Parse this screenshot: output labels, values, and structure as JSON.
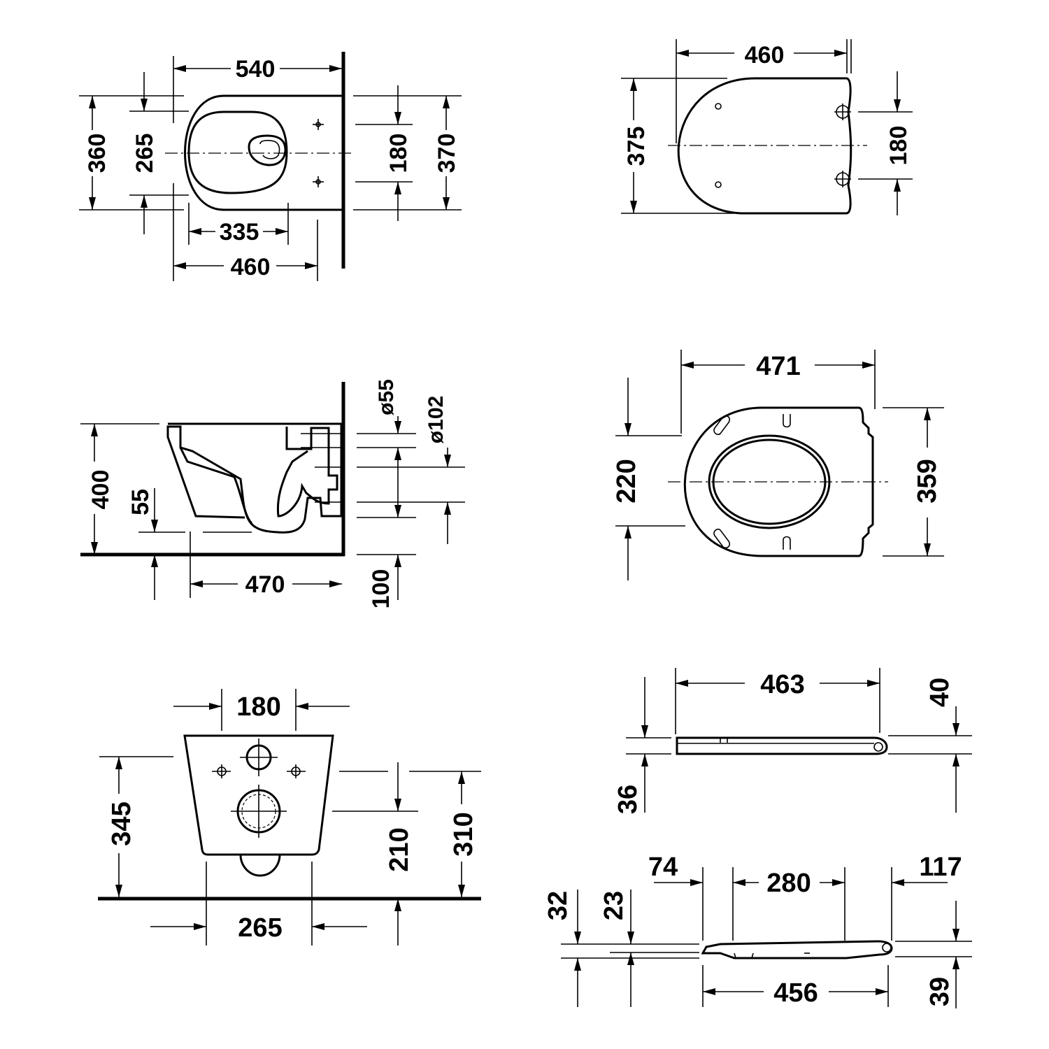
{
  "views": {
    "bowl_top": {
      "width_540": "540",
      "depth_360": "360",
      "inner_265": "265",
      "fix_180": "180",
      "depth_370": "370",
      "inner_335": "335",
      "length_460": "460"
    },
    "lid_top": {
      "width_460": "460",
      "depth_375": "375",
      "hinge_180": "180"
    },
    "bowl_side": {
      "height_400": "400",
      "outlet_55": "55",
      "diam_55": "ø55",
      "diam_102": "ø102",
      "length_470": "470",
      "floor_100": "100"
    },
    "seat_top": {
      "width_471": "471",
      "inner_220": "220",
      "depth_359": "359"
    },
    "bowl_rear": {
      "fix_180": "180",
      "height_345": "345",
      "inlet_210": "210",
      "outlet_310": "310",
      "width_265": "265"
    },
    "seat_side_closed": {
      "length_463": "463",
      "lid_40": "40",
      "seat_36": "36"
    },
    "seat_side_open": {
      "off_74": "74",
      "mid_280": "280",
      "off_117": "117",
      "h_32": "32",
      "h_23": "23",
      "length_456": "456",
      "h_39": "39"
    }
  }
}
